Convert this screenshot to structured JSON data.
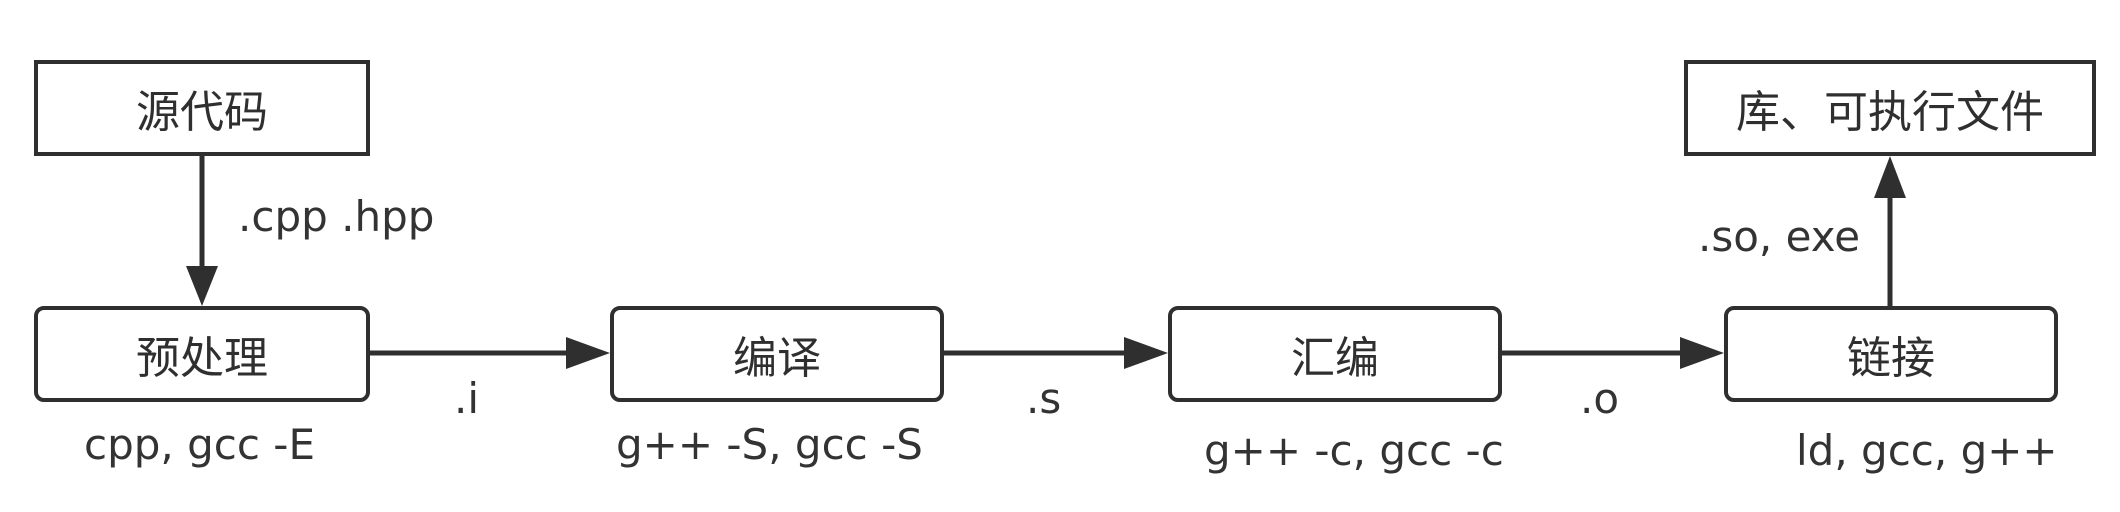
{
  "colors": {
    "stroke": "#2f2f2f",
    "text": "#333333",
    "background": "#ffffff"
  },
  "nodes": {
    "source": "源代码",
    "preprocess": "预处理",
    "compile": "编译",
    "assemble": "汇编",
    "link": "链接",
    "output": "库、可执行文件"
  },
  "edges": {
    "source_to_preprocess": ".cpp .hpp",
    "preprocess_to_compile": ".i",
    "compile_to_assemble": ".s",
    "assemble_to_link": ".o",
    "link_to_output": ".so, exe"
  },
  "tools": {
    "preprocess": "cpp, gcc -E",
    "compile": "g++ -S, gcc -S",
    "assemble": "g++ -c, gcc -c",
    "link": "ld, gcc, g++"
  }
}
